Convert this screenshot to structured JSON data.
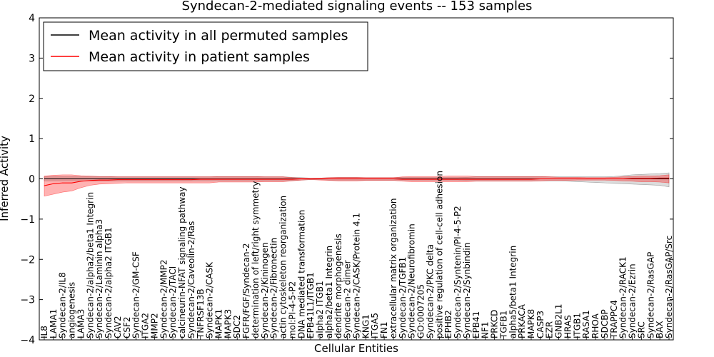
{
  "chart_data": {
    "type": "line",
    "title": "Syndecan-2-mediated signaling events -- 153 samples",
    "xlabel": "Cellular Entities",
    "ylabel": "Inferred Activity",
    "ylim": [
      -4,
      4
    ],
    "yticks": [
      "4",
      "3",
      "2",
      "1",
      "0",
      "−1",
      "−2",
      "−3",
      "−4"
    ],
    "grid": false,
    "legend_position": "top-left",
    "categories": [
      "IL8",
      "LAMA1",
      "Syndecan-2/IL8",
      "angiogenesis",
      "LAMA3",
      "Syndecan-2/alpha2/beta1 Integrin",
      "Syndecan-2/Laminin alpha3",
      "Syndecan-2/alpha2 ITGB1",
      "CAV2",
      "CSF2",
      "Syndecan-2/GM-CSF",
      "ITGA2",
      "MMP2",
      "Syndecan-2/MMP2",
      "Syndecan-2/TACI",
      "calcineurin-NFAT signaling pathway",
      "Syndecan-2/Caveolin-2/Ras",
      "TNFRSF13B",
      "Syndecan-2/CASK",
      "MAPK1",
      "MAPK3",
      "SDC2",
      "FGFR/FGF/Syndecan-2",
      "determination of left/right symmetry",
      "Syndecan-2/Kininogen",
      "Syndecan-2/Fibronectin",
      "actin cytoskeleton reorganization",
      "mol:PI-4-5-P2",
      "DNA mediated transformation",
      "EPB41L1/ITGB1",
      "alpha2 ITGB1",
      "alpha2/beta1 Integrin",
      "dendrite morphogenesis",
      "Syndecan-2 dimer",
      "Syndecan-2/CASK/Protein 4.1",
      "KNG1",
      "ITGA5",
      "FN1",
      "extracellular matrix organization",
      "Syndecan-2/TGFB1",
      "Syndecan-2/Neurofibromin",
      "GO:0007205",
      "Syndecan-2/PKC delta",
      "positive regulation of cell-cell adhesion",
      "EPHB2",
      "Syndecan-2/Syntenin/PI-4-5-P2",
      "Syndecan-2/Synbindin",
      "EPB41",
      "NF1",
      "PRKCD",
      "TGFB1",
      "alpha5/beta1 Integrin",
      "PRKACA",
      "MAPK8",
      "CASP3",
      "EZR",
      "GNB2L1",
      "HRAS",
      "ITGB1",
      "RASA1",
      "RHOA",
      "SDCBP",
      "TRAPPC4",
      "Syndecan-2/RACK1",
      "Syndecan-2/Ezrin",
      "SRC",
      "Syndecan-2/RasGAP",
      "BAX",
      "Syndecan-2/RasGAP/Src"
    ],
    "series": [
      {
        "name": "Mean activity in all permuted samples",
        "color": "#000000",
        "values": [
          0,
          0,
          0,
          0,
          0,
          0,
          0,
          0,
          0,
          0,
          0,
          0,
          0,
          0,
          0,
          0,
          0,
          0,
          0,
          0,
          0,
          0,
          0,
          0,
          0,
          0,
          0,
          0,
          0,
          0,
          0,
          0,
          0,
          0,
          0,
          0,
          0,
          0,
          0,
          0,
          0,
          0,
          0,
          0,
          0,
          0,
          0,
          0,
          0,
          0,
          0,
          0,
          0,
          0,
          0,
          0,
          0,
          0,
          0,
          0,
          0,
          0,
          0,
          0,
          0,
          0,
          0,
          0,
          0
        ]
      },
      {
        "name": "Mean activity in patient samples",
        "color": "#ff0000",
        "values": [
          -0.17,
          -0.12,
          -0.1,
          -0.1,
          -0.06,
          -0.04,
          -0.03,
          -0.03,
          -0.02,
          -0.02,
          -0.02,
          -0.02,
          -0.02,
          -0.02,
          -0.02,
          -0.02,
          -0.02,
          -0.01,
          -0.01,
          -0.01,
          -0.01,
          -0.01,
          -0.01,
          -0.01,
          -0.01,
          -0.01,
          -0.01,
          -0.01,
          0,
          0,
          0,
          0,
          0,
          0,
          0,
          0,
          0,
          0,
          0,
          -0.01,
          -0.01,
          -0.01,
          -0.01,
          -0.01,
          -0.01,
          -0.01,
          -0.01,
          -0.01,
          -0.01,
          -0.01,
          -0.01,
          -0.01,
          -0.01,
          -0.01,
          0,
          0,
          0,
          0,
          0,
          0,
          0,
          0,
          0,
          0,
          0.01,
          0.01,
          0.01,
          0.02,
          0.02
        ],
        "band_upper": [
          0.07,
          0.09,
          0.1,
          0.1,
          0.08,
          0.07,
          0.06,
          0.06,
          0.05,
          0.05,
          0.05,
          0.05,
          0.05,
          0.05,
          0.05,
          0.05,
          0.05,
          0.05,
          0.05,
          0.06,
          0.06,
          0.06,
          0.06,
          0.06,
          0.05,
          0.05,
          0.05,
          0.03,
          0.02,
          0.01,
          0.02,
          0.03,
          0.04,
          0.04,
          0.04,
          0.03,
          0.03,
          0.03,
          0.03,
          0.05,
          0.06,
          0.06,
          0.06,
          0.06,
          0.07,
          0.07,
          0.07,
          0.06,
          0.06,
          0.06,
          0.06,
          0.06,
          0.06,
          0.06,
          0.06,
          0.05,
          0.04,
          0.04,
          0.04,
          0.03,
          0.03,
          0.03,
          0.04,
          0.05,
          0.06,
          0.07,
          0.07,
          0.08,
          0.1
        ],
        "band_lower": [
          -0.43,
          -0.38,
          -0.33,
          -0.3,
          -0.22,
          -0.16,
          -0.13,
          -0.12,
          -0.11,
          -0.1,
          -0.1,
          -0.1,
          -0.1,
          -0.1,
          -0.1,
          -0.1,
          -0.1,
          -0.1,
          -0.1,
          -0.08,
          -0.08,
          -0.08,
          -0.08,
          -0.08,
          -0.07,
          -0.07,
          -0.07,
          -0.05,
          -0.03,
          -0.02,
          -0.03,
          -0.04,
          -0.05,
          -0.05,
          -0.05,
          -0.04,
          -0.04,
          -0.04,
          -0.04,
          -0.06,
          -0.07,
          -0.07,
          -0.07,
          -0.07,
          -0.07,
          -0.07,
          -0.07,
          -0.06,
          -0.06,
          -0.06,
          -0.06,
          -0.06,
          -0.06,
          -0.06,
          -0.05,
          -0.04,
          -0.04,
          -0.04,
          -0.03,
          -0.03,
          -0.03,
          -0.03,
          -0.04,
          -0.05,
          -0.06,
          -0.07,
          -0.07,
          -0.08,
          -0.1
        ]
      }
    ],
    "permuted_band": {
      "color": "#c0c0c0",
      "upper": [
        0.05,
        0.05,
        0.05,
        0.05,
        0.05,
        0.05,
        0.05,
        0.05,
        0.05,
        0.05,
        0.05,
        0.05,
        0.05,
        0.05,
        0.05,
        0.05,
        0.05,
        0.05,
        0.05,
        0.05,
        0.05,
        0.05,
        0.05,
        0.05,
        0.05,
        0.05,
        0.05,
        0.04,
        0.03,
        0.02,
        0.02,
        0.03,
        0.03,
        0.03,
        0.03,
        0.03,
        0.03,
        0.03,
        0.03,
        0.03,
        0.03,
        0.03,
        0.03,
        0.03,
        0.03,
        0.03,
        0.04,
        0.05,
        0.05,
        0.05,
        0.05,
        0.05,
        0.05,
        0.05,
        0.05,
        0.05,
        0.05,
        0.05,
        0.05,
        0.05,
        0.05,
        0.05,
        0.06,
        0.08,
        0.1,
        0.11,
        0.12,
        0.13,
        0.15
      ],
      "lower": [
        -0.05,
        -0.05,
        -0.05,
        -0.05,
        -0.05,
        -0.05,
        -0.05,
        -0.05,
        -0.05,
        -0.05,
        -0.05,
        -0.05,
        -0.05,
        -0.05,
        -0.05,
        -0.05,
        -0.05,
        -0.05,
        -0.05,
        -0.05,
        -0.05,
        -0.05,
        -0.05,
        -0.05,
        -0.05,
        -0.05,
        -0.05,
        -0.04,
        -0.03,
        -0.02,
        -0.02,
        -0.03,
        -0.03,
        -0.03,
        -0.03,
        -0.03,
        -0.03,
        -0.03,
        -0.03,
        -0.03,
        -0.03,
        -0.03,
        -0.03,
        -0.03,
        -0.03,
        -0.03,
        -0.04,
        -0.05,
        -0.05,
        -0.05,
        -0.05,
        -0.05,
        -0.05,
        -0.05,
        -0.05,
        -0.05,
        -0.05,
        -0.06,
        -0.07,
        -0.08,
        -0.09,
        -0.1,
        -0.11,
        -0.12,
        -0.13,
        -0.14,
        -0.15,
        -0.16,
        -0.2
      ]
    }
  }
}
